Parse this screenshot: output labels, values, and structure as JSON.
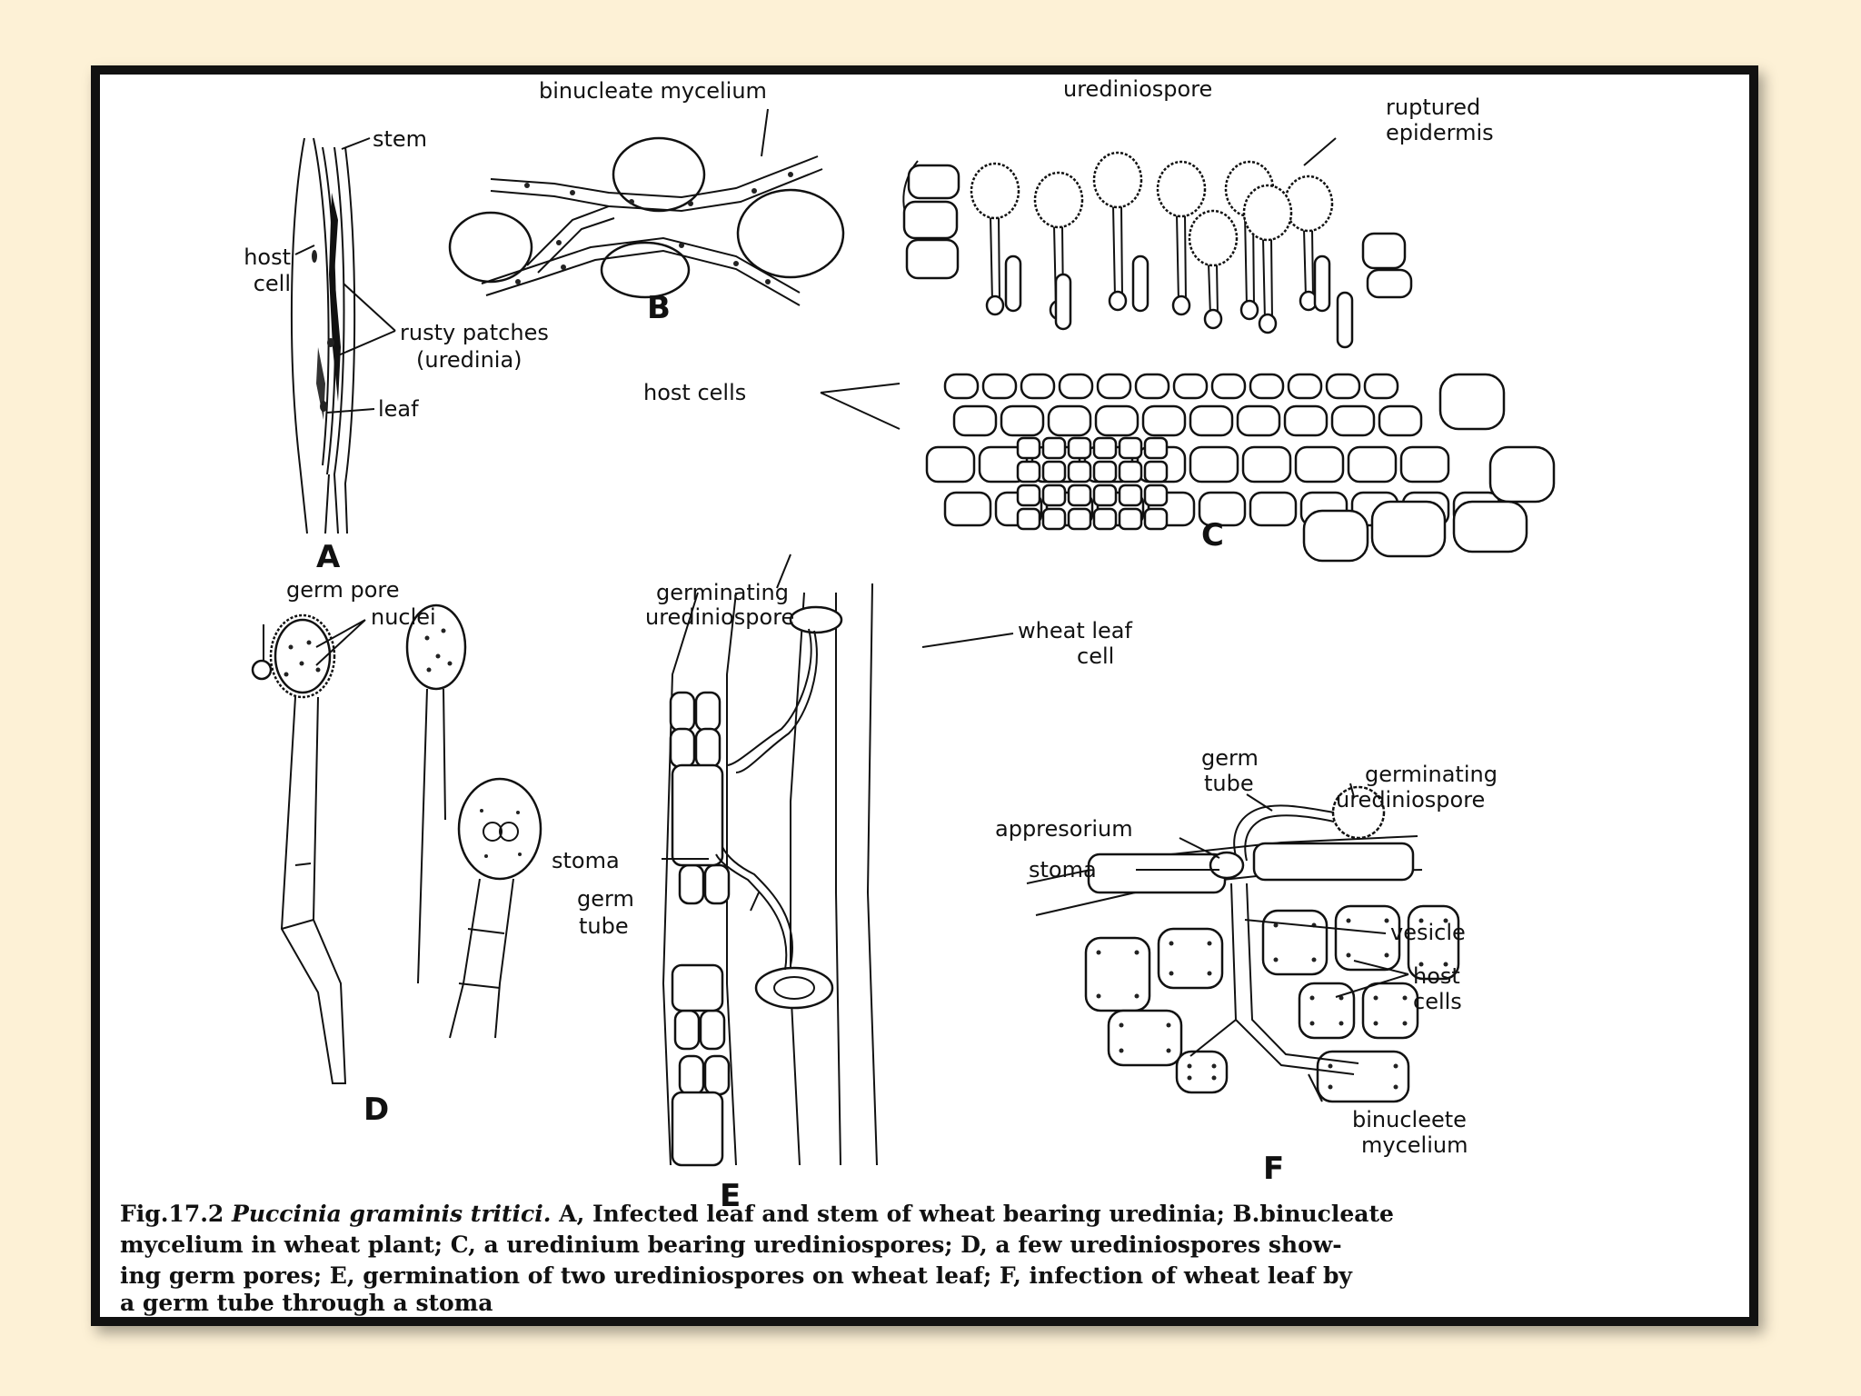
{
  "panels": {
    "a": {
      "letter": "A",
      "stem": "stem",
      "host1": "host",
      "host2": "cell",
      "rusty": "rusty patches",
      "uredinia": "(uredinia)",
      "leaf": "leaf"
    },
    "b": {
      "letter": "B",
      "mycelium": "binucleate mycelium"
    },
    "c": {
      "letter": "C",
      "urediniospore": "urediniospore",
      "ruptured": "ruptured",
      "epidermis": "epidermis",
      "host_cells": "host cells"
    },
    "d": {
      "letter": "D",
      "germ_pore": "germ pore",
      "nuclei": "nuclei"
    },
    "e": {
      "letter": "E",
      "germinating": "germinating",
      "urediniospore": "urediniospore",
      "wheat_leaf": "wheat leaf",
      "cell": "cell",
      "stoma": "stoma",
      "germ": "germ",
      "tube": "tube"
    },
    "f": {
      "letter": "F",
      "germ": "germ",
      "tube": "tube",
      "germinating": "germinating",
      "urediniospore": "urediniospore",
      "appresorium": "appresorium",
      "stoma": "stoma",
      "vesicle": "vesicle",
      "host": "host",
      "cells": "cells",
      "binucleete": "binucleete",
      "mycelium": "mycelium"
    }
  },
  "caption": {
    "fig_no": "Fig.17.2 ",
    "species": "Puccinia graminis tritici.",
    "line1_rest": " A, Infected leaf and stem of wheat bearing uredinia; B.binucleate",
    "line2": "mycelium in wheat plant; C, a uredinium bearing urediniospores; D, a few urediniospores show-",
    "line3": "ing germ pores; E, germination of two urediniospores on wheat leaf; F, infection of wheat leaf by",
    "line4": "a germ tube through a stoma"
  }
}
